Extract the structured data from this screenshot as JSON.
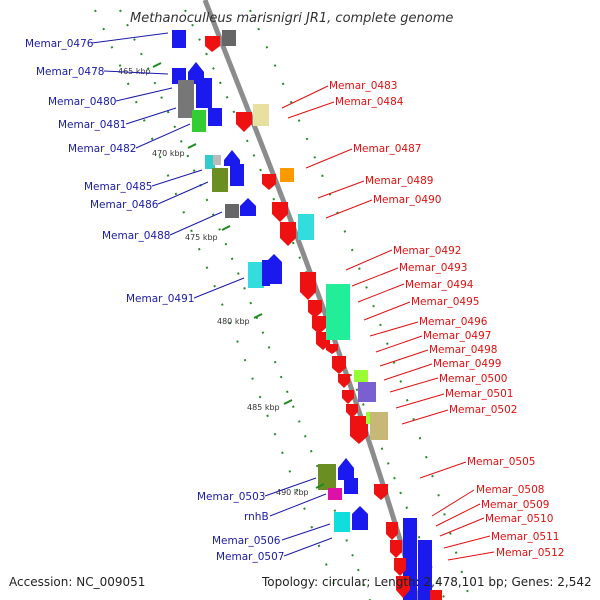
{
  "title": "Methanoculleus marisnigri JR1, complete genome",
  "footer": {
    "accession": "Accession: NC_009051",
    "topology": "Topology: circular; Length: 2,478,101 bp; Genes: 2,542"
  },
  "colors": {
    "left_label": "#1a1aa8",
    "right_label": "#e01010",
    "backbone": "#8c8c8c",
    "tick": "#1f8a1f"
  },
  "ticks": [
    "465 kbp",
    "470 kbp",
    "475 kbp",
    "480 kbp",
    "485 kbp",
    "490 kbp"
  ],
  "left_labels": [
    "Memar_0476",
    "Memar_0478",
    "Memar_0480",
    "Memar_0481",
    "Memar_0482",
    "Memar_0485",
    "Memar_0486",
    "Memar_0488",
    "Memar_0491",
    "Memar_0503",
    "rnhB",
    "Memar_0506",
    "Memar_0507"
  ],
  "right_labels": [
    "Memar_0483",
    "Memar_0484",
    "Memar_0487",
    "Memar_0489",
    "Memar_0490",
    "Memar_0492",
    "Memar_0493",
    "Memar_0494",
    "Memar_0495",
    "Memar_0496",
    "Memar_0497",
    "Memar_0498",
    "Memar_0499",
    "Memar_0500",
    "Memar_0501",
    "Memar_0502",
    "Memar_0505",
    "Memar_0508",
    "Memar_0509",
    "Memar_0510",
    "Memar_0511",
    "Memar_0512"
  ]
}
